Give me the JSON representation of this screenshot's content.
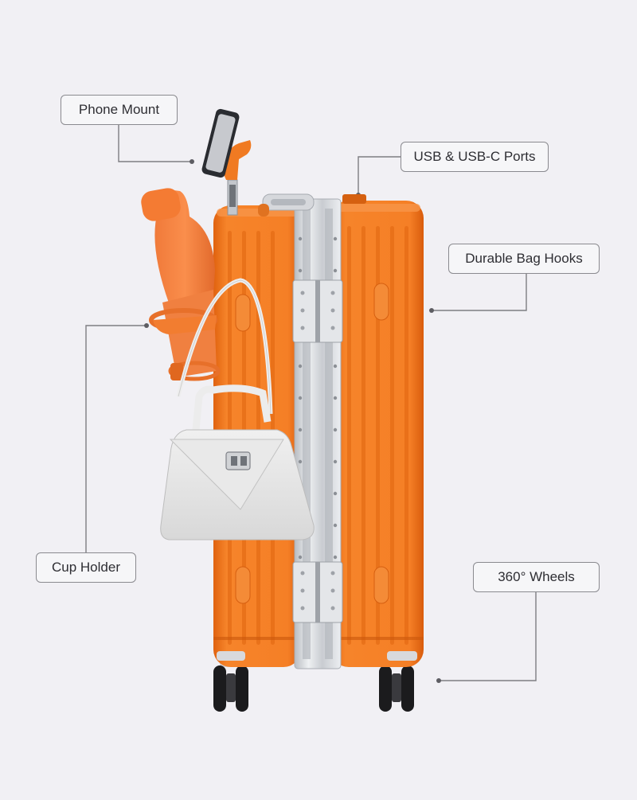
{
  "callouts": {
    "phone_mount": "Phone Mount",
    "usb_ports": "USB & USB-C Ports",
    "bag_hooks": "Durable Bag Hooks",
    "cup_holder": "Cup Holder",
    "wheels": "360° Wheels"
  },
  "colors": {
    "background": "#f1f0f4",
    "luggage_orange": "#f07a22",
    "frame_silver": "#d6d9dd",
    "bag_white": "#e6e6e6",
    "wheel_black": "#1b1b1d",
    "callout_line": "#7d7d82"
  }
}
